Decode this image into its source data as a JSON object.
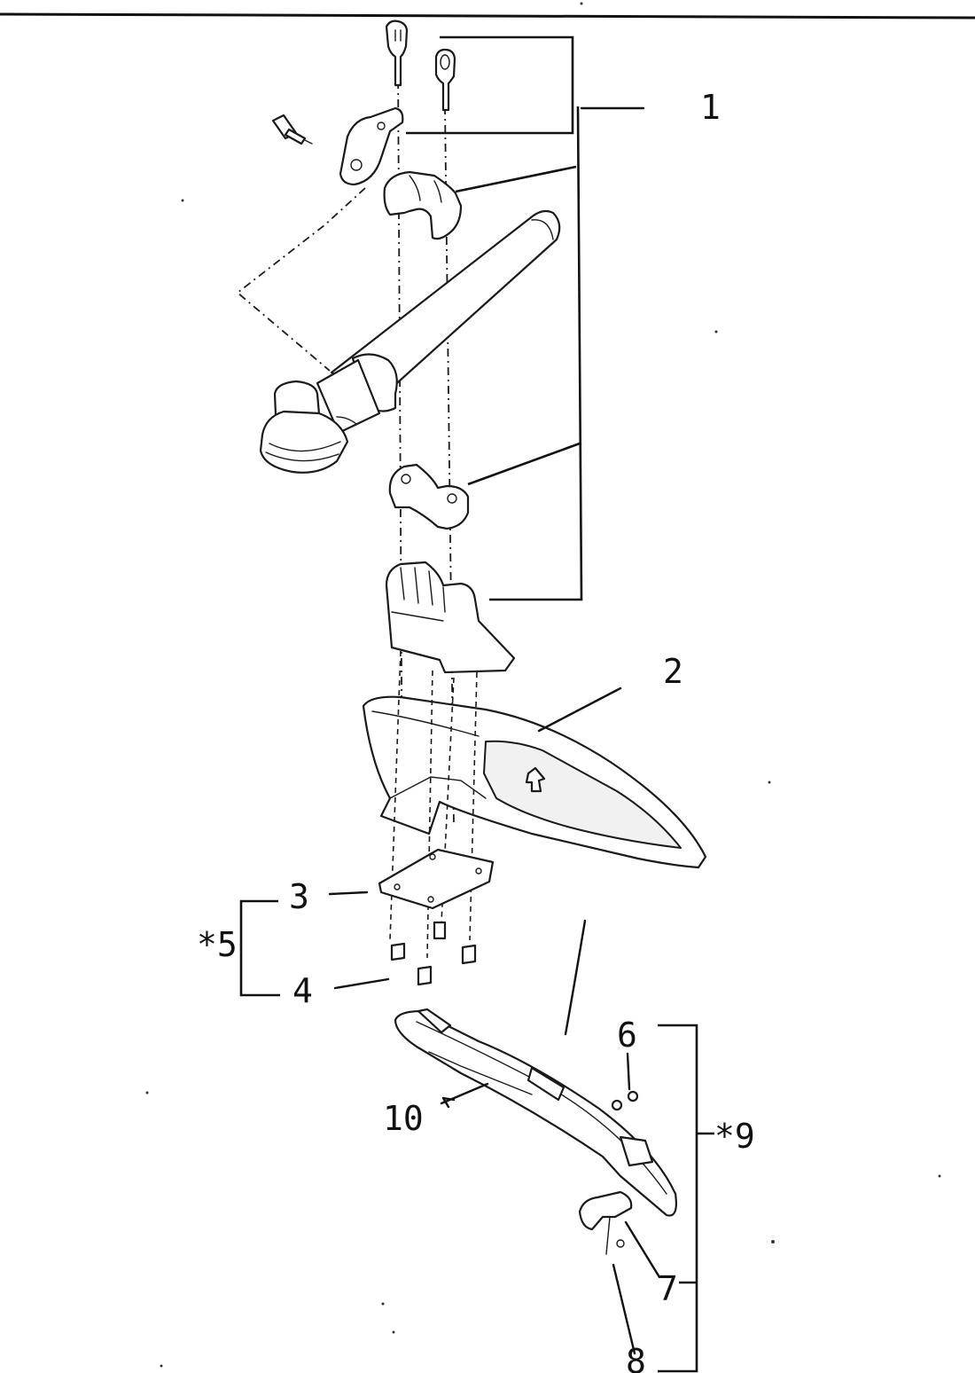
{
  "callouts": {
    "c1": "1",
    "c2": "2",
    "c3": "3",
    "c4": "4",
    "c5": "*5",
    "c6": "6",
    "c7": "7",
    "c8": "8",
    "c9": "*9",
    "c10": "10"
  }
}
